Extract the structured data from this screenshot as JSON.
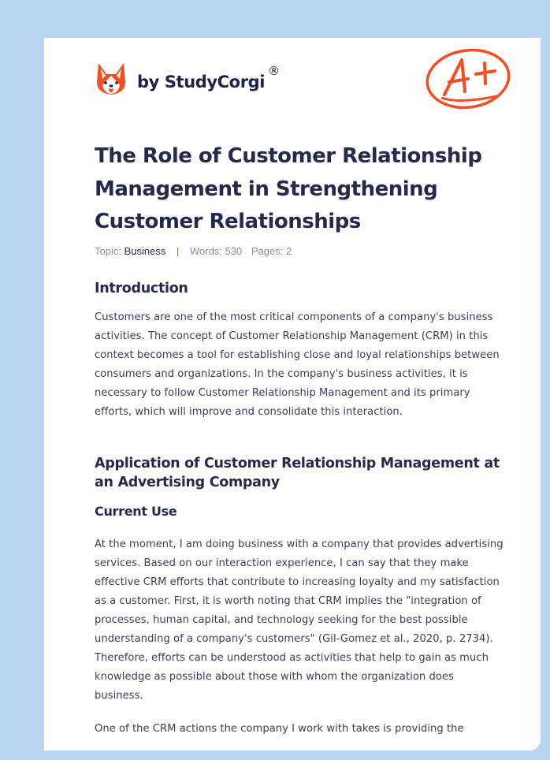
{
  "brand": {
    "name": "by StudyCorgi",
    "registered_mark": "®",
    "logo_icon": "corgi-logo-icon",
    "grade_badge_icon": "a-plus-grade-icon",
    "accent_color": "#f04e23"
  },
  "document": {
    "title": "The Role of Customer Relationship Management in Strengthening Customer Relationships",
    "meta": {
      "topic_label": "Topic:",
      "topic_value": "Business",
      "separator": "|",
      "words_label": "Words:",
      "words_value": "530",
      "pages_label": "Pages:",
      "pages_value": "2"
    },
    "sections": [
      {
        "heading": "Introduction",
        "paragraphs": [
          "Customers are one of the most critical components of a company's business activities. The concept of Customer Relationship Management (CRM) in this context becomes a tool for establishing close and loyal relationships between consumers and organizations. In the company's business activities, it is necessary to follow Customer Relationship Management and its primary efforts, which will improve and consolidate this interaction."
        ]
      },
      {
        "heading": "Application of Customer Relationship Management at an Advertising Company",
        "subheading": "Current Use",
        "paragraphs": [
          "At the moment, I am doing business with a company that provides advertising services. Based on our interaction experience, I can say that they make effective CRM efforts that contribute to increasing loyalty and my satisfaction as a customer. First, it is worth noting that CRM implies the \"integration of processes, human capital, and technology seeking for the best possible understanding of a company's customers\" (Gil-Gomez et al., 2020, p. 2734). Therefore, efforts can be understood as activities that help to gain as much knowledge as possible about those with whom the organization does business.",
          "One of the CRM actions the company I work with takes is providing the"
        ]
      }
    ]
  }
}
